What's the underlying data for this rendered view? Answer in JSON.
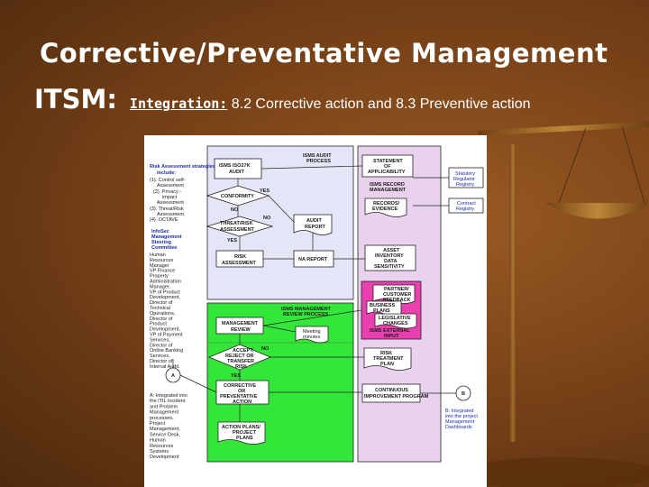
{
  "slide": {
    "title_line1": "Corrective/Preventative Management",
    "title_prefix": "ITSM:",
    "integration_label": "Integration:",
    "integration_text": " 8.2 Corrective action and 8.3 Preventive action"
  },
  "diagram": {
    "left_panel": {
      "risk_heading": "Risk Assessment strategies",
      "risk_heading_2": "include:",
      "risk_items": [
        "(1). Control self-",
        "Assessment",
        "(2). Privacy -",
        "impact",
        "Assessment",
        "(3). Threat/Risk",
        "Assessment,",
        "(4). OCTAVE"
      ],
      "committee_heading": [
        "InfoSec",
        "Management",
        "Steering",
        "Committee"
      ],
      "committee_members": [
        "Human",
        "Resources",
        "Manager",
        "VP Finance",
        "Property",
        "Administration",
        "Manager,",
        "VP of Product",
        "Development,",
        "Director of",
        "Technical",
        "Operations,",
        "Director of",
        "Product",
        "Development,",
        "VP of Payment",
        "Services,",
        "Director of",
        "Online Banking",
        "Services,",
        "Director of",
        "Internal Audit."
      ],
      "integration_note": [
        "A: Integrated into",
        "the ITIL Incident",
        "and Problem",
        "Management",
        "processes,",
        "Project",
        "Management,",
        "Service Desk,",
        "Human",
        "Resources",
        "Systems",
        "Development"
      ]
    },
    "boxes": {
      "audit_process": [
        "ISMS AUDIT",
        "PROCESS"
      ],
      "isms_27k_audit": [
        "ISMS ISO27K",
        "AUDIT"
      ],
      "conformity": "CONFORMITY",
      "yes": "YES",
      "no": "NO",
      "threat_risk": [
        "THREAT/RISK",
        "ASSESSMENT"
      ],
      "risk_assessment": [
        "RISK",
        "ASSESSMENT"
      ],
      "audit_report": [
        "AUDIT",
        "REPORT"
      ],
      "na_report": "NA REPORT",
      "statement": [
        "STATEMENT",
        "OF",
        "APPLICABILITY"
      ],
      "record_mgmt": [
        "ISMS RECORD",
        "MANAGEMENT"
      ],
      "records": [
        "RECORDS/",
        "EVIDENCE"
      ],
      "statutory": [
        "Statutory",
        "Regulator",
        "Registry"
      ],
      "contract": [
        "Contract",
        "Registry"
      ],
      "asset_inventory": [
        "ASSET",
        "INVENTORY",
        "DATA",
        "SENSITIVITY"
      ],
      "partner_feedback": [
        "PARTNER/",
        "CUSTOMER",
        "FEEDBACK"
      ],
      "business_plans": [
        "BUSINESS",
        "PLANS"
      ],
      "legislative": [
        "LEGISLATIVE",
        "CHANGES"
      ],
      "external_input": [
        "ISMS EXTERNAL",
        "INPUT"
      ],
      "mgmt_review_process": [
        "ISMS MANAGEMENT",
        "REVIEW PROCESS"
      ],
      "mgmt_review": [
        "MANAGEMENT",
        "REVIEW"
      ],
      "meeting_minutes": [
        "Meeting",
        "minutes"
      ],
      "accept_reject": [
        "ACCEPT,",
        "REJECT OR",
        "TRANSFER",
        "RISK"
      ],
      "risk_treatment": [
        "RISK",
        "TREATMENT",
        "PLAN"
      ],
      "corrective": [
        "CORRECTIVE",
        "OR",
        "PREVENTATIVE",
        "ACTION"
      ],
      "continuous": [
        "CONTINUOUS",
        "IMPROVEMENT PROGRAM"
      ],
      "action_plans": [
        "ACTION PLANS/",
        "PROJECT",
        "PLANS"
      ],
      "connector_a": "A",
      "connector_b": "B",
      "b_note": [
        "B: Integrated",
        "into the project",
        "Management",
        "Dashboards"
      ]
    }
  }
}
